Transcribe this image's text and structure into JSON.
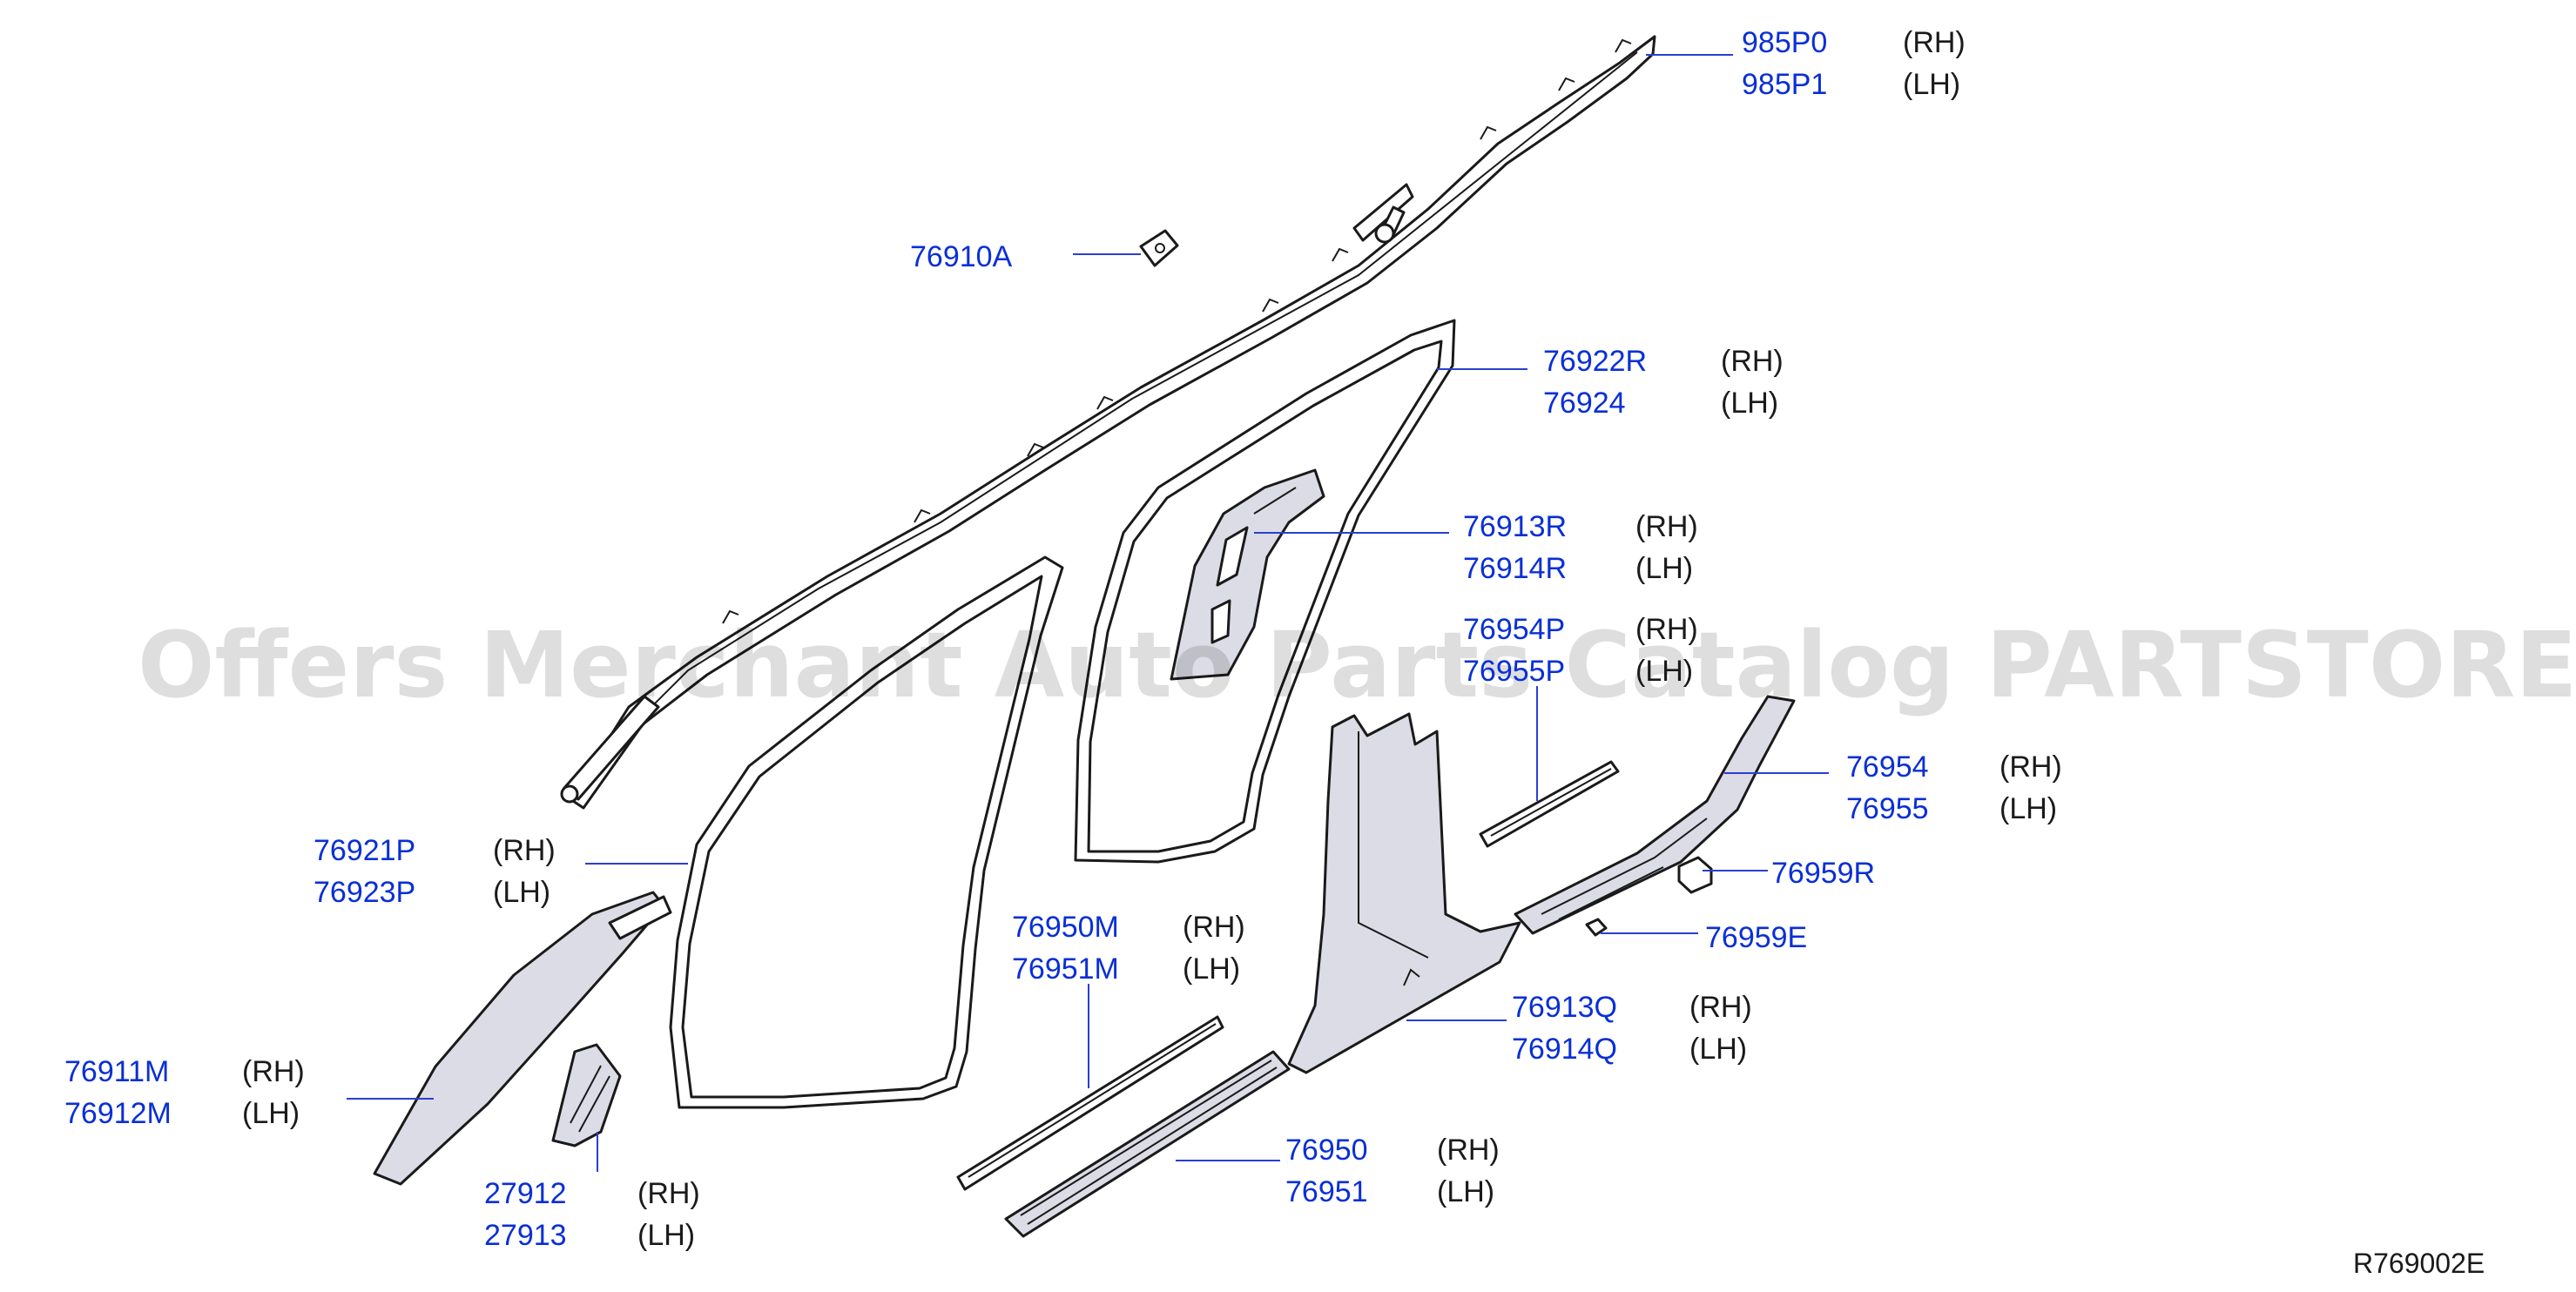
{
  "diagram": {
    "watermark": "Offers Merchant Auto Parts Catalog PARTSTORE.SA",
    "drawing_code": "R769002E",
    "callouts": [
      {
        "id": "985P0",
        "side": "(RH)"
      },
      {
        "id": "985P1",
        "side": "(LH)"
      },
      {
        "id": "76910A",
        "side": ""
      },
      {
        "id": "76922R",
        "side": "(RH)"
      },
      {
        "id": "76924",
        "side": "(LH)"
      },
      {
        "id": "76913R",
        "side": "(RH)"
      },
      {
        "id": "76914R",
        "side": "(LH)"
      },
      {
        "id": "76954P",
        "side": "(RH)"
      },
      {
        "id": "76955P",
        "side": "(LH)"
      },
      {
        "id": "76954",
        "side": "(RH)"
      },
      {
        "id": "76955",
        "side": "(LH)"
      },
      {
        "id": "76959R",
        "side": ""
      },
      {
        "id": "76959E",
        "side": ""
      },
      {
        "id": "76921P",
        "side": "(RH)"
      },
      {
        "id": "76923P",
        "side": "(LH)"
      },
      {
        "id": "76950M",
        "side": "(RH)"
      },
      {
        "id": "76951M",
        "side": "(LH)"
      },
      {
        "id": "76913Q",
        "side": "(RH)"
      },
      {
        "id": "76914Q",
        "side": "(LH)"
      },
      {
        "id": "76911M",
        "side": "(RH)"
      },
      {
        "id": "76912M",
        "side": "(LH)"
      },
      {
        "id": "76950",
        "side": "(RH)"
      },
      {
        "id": "76951",
        "side": "(LH)"
      },
      {
        "id": "27912",
        "side": "(RH)"
      },
      {
        "id": "27913",
        "side": "(LH)"
      }
    ]
  }
}
